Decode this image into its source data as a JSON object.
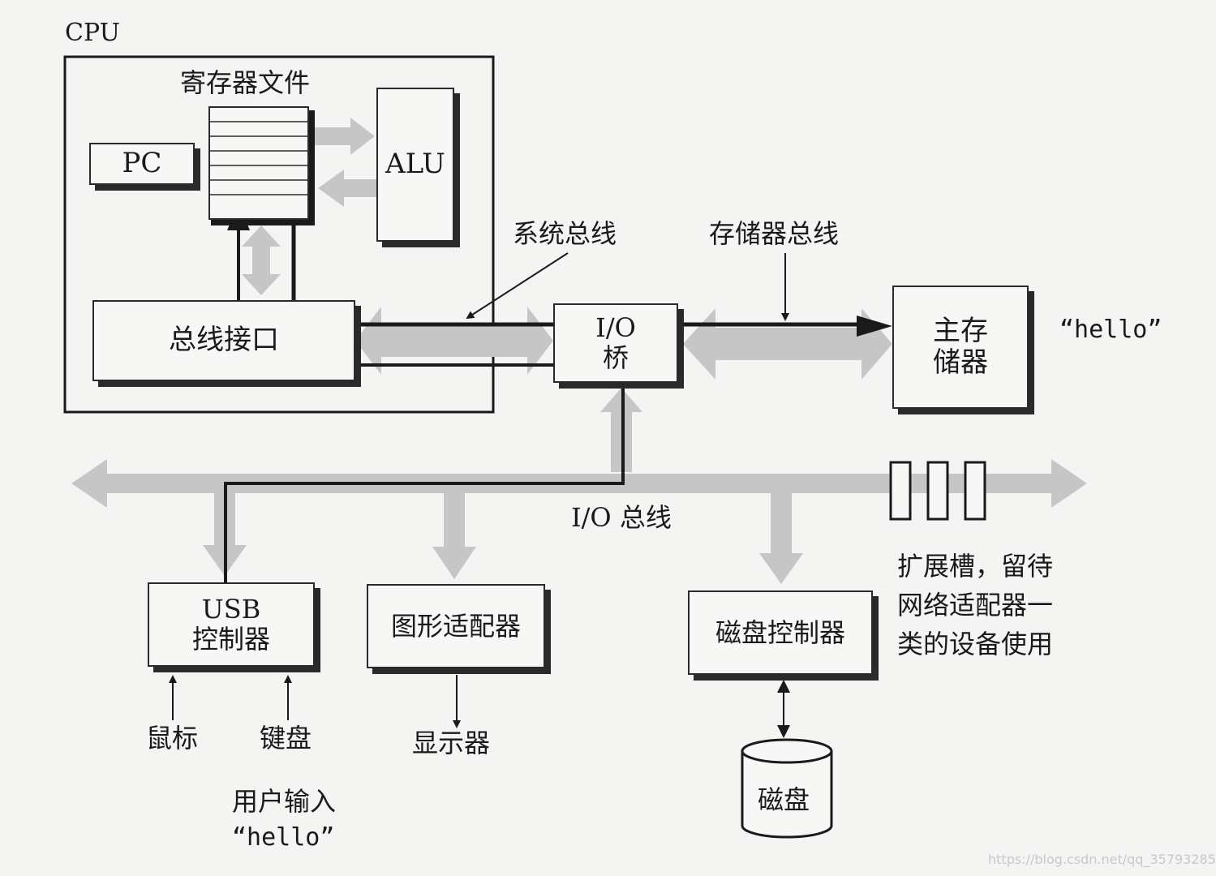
{
  "labels": {
    "cpu": "CPU",
    "register_file": "寄存器文件",
    "pc": "PC",
    "alu": "ALU",
    "bus_interface": "总线接口",
    "system_bus": "系统总线",
    "memory_bus": "存储器总线",
    "io_bridge_line1": "I/O",
    "io_bridge_line2": "桥",
    "main_memory_line1": "主存",
    "main_memory_line2": "储器",
    "memory_hello": "“hello”",
    "io_bus": "I/O 总线",
    "usb_line1": "USB",
    "usb_line2": "控制器",
    "graphics_adapter": "图形适配器",
    "disk_controller": "磁盘控制器",
    "expansion_line1": "扩展槽，留待",
    "expansion_line2": "网络适配器一",
    "expansion_line3": "类的设备使用",
    "mouse": "鼠标",
    "keyboard": "键盘",
    "display": "显示器",
    "disk": "磁盘",
    "user_input": "用户输入",
    "user_hello": "“hello”",
    "watermark": "https://blog.csdn.net/qq_35793285"
  },
  "colors": {
    "ink": "#1a1a1a",
    "bus_gray": "#c6c6c6",
    "background": "#f4f4f2"
  }
}
